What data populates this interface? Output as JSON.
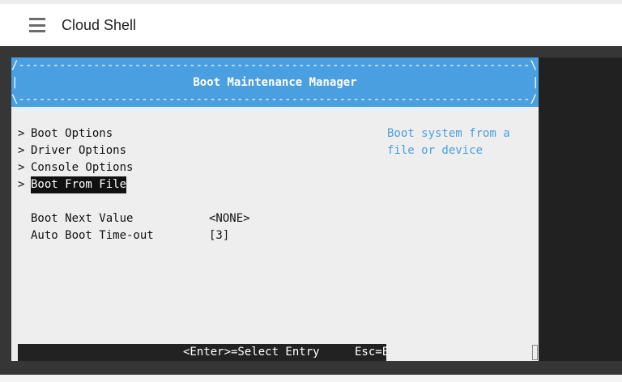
{
  "app": {
    "title": "Cloud Shell",
    "menu_icon": "hamburger-icon"
  },
  "terminal": {
    "border_top": "/---------------------------------------------------------------------------\\",
    "border_side": "|",
    "border_bottom": "\\---------------------------------------------------------------------------/",
    "heading": "Boot Maintenance Manager",
    "menu_items": [
      {
        "marker": ">",
        "label": "Boot Options"
      },
      {
        "marker": ">",
        "label": "Driver Options"
      },
      {
        "marker": ">",
        "label": "Console Options"
      },
      {
        "marker": ">",
        "label": "Boot From File",
        "selected": true
      }
    ],
    "fields": [
      {
        "label": "Boot Next Value",
        "value": "<NONE>"
      },
      {
        "label": "Auto Boot Time-out",
        "value": "[3]"
      }
    ],
    "help_lines": [
      "Boot system from a",
      "file or device"
    ],
    "status": {
      "enter": "<Enter>=Select Entry",
      "esc": "Esc=E"
    },
    "colors": {
      "header_bg": "#4a9fe0",
      "help_text": "#4a9fe0",
      "panel_bg": "#eeeeee",
      "selection_bg": "#111111"
    }
  }
}
